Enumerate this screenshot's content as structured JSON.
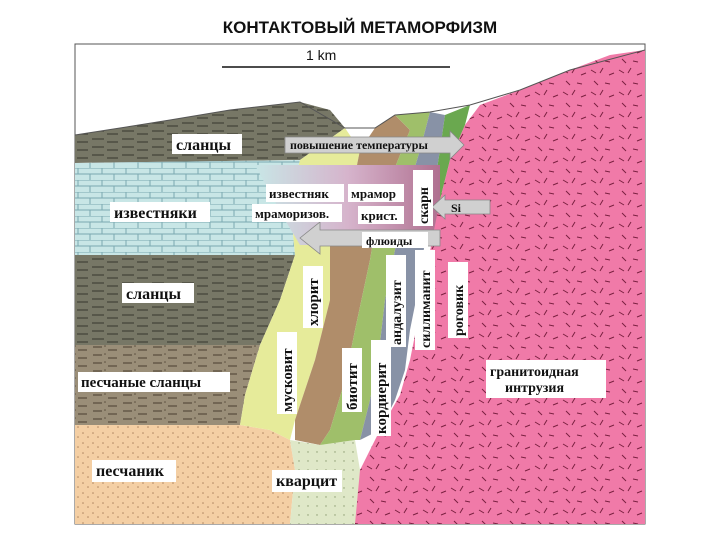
{
  "title": "КОНТАКТОВЫЙ МЕТАМОРФИЗМ",
  "scale_bar": {
    "label": "1 km"
  },
  "labels": {
    "slates_top": "сланцы",
    "temp_increase": "повышение температуры",
    "limestones": "известняки",
    "limestone": "известняк",
    "marble": "мрамор",
    "marbleized": "мраморизов.",
    "cryst": "крист.",
    "skarn": "скарн",
    "si": "Si",
    "fluids": "флюиды",
    "slates_mid": "сланцы",
    "chlorite": "хлорит",
    "andalusite": "андалузит",
    "sillimanite": "силлиманит",
    "hornfels": "роговик",
    "muscovite": "мусковит",
    "biotite": "биотит",
    "cordierite": "кордиерит",
    "sandy_slates": "песчаные сланцы",
    "granitoid_intrusion": "гранитоидная интрузия",
    "sandstone": "песчаник",
    "quartzite": "кварцит"
  },
  "colors": {
    "slate": "#7a7a6a",
    "limestone": "#c8e6e6",
    "sandy_slate": "#9a8e78",
    "sandstone": "#f4cfa4",
    "quartzite": "#dfe8c8",
    "chlorite_zone": "#e6eb9a",
    "biotite_zone": "#b08d6a",
    "cordierite_zone": "#9fbf6a",
    "hornfels_zone": "#8892a6",
    "granite": "#f07aa8",
    "marble_zone": "#d8b8cc",
    "skarn_zone": "#6aa84f",
    "arrow": "#d0d0d0"
  }
}
